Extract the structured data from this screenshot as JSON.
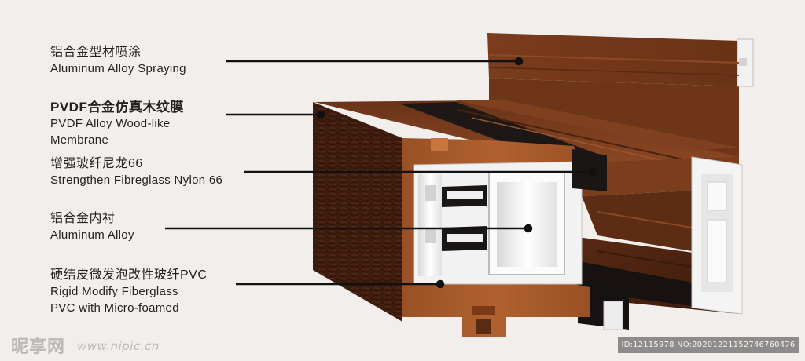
{
  "labels": [
    {
      "cn": "铝合金型材喷涂",
      "en": [
        "Aluminum Alloy Spraying"
      ]
    },
    {
      "cn": "PVDF合金仿真木纹膜",
      "en": [
        "PVDF Alloy Wood-like",
        "Membrane"
      ]
    },
    {
      "cn": "增强玻纤尼龙66",
      "en": [
        "Strengthen Fibreglass Nylon 66"
      ]
    },
    {
      "cn": "铝合金内衬",
      "en": [
        "Aluminum Alloy"
      ]
    },
    {
      "cn": "硬结皮微发泡改性玻纤PVC",
      "en": [
        "Rigid Modify Fiberglass",
        "PVC with Micro-foamed"
      ]
    }
  ],
  "watermark": {
    "logo": "昵享网",
    "url": "www.nipic.cn",
    "id_text": "ID:12115978 NO:20201221152746760476"
  },
  "colors": {
    "background": "#f1eeeb",
    "wood_dark": "#4a2414",
    "wood_mid": "#8a4a24",
    "wood_light": "#a65a2e",
    "pvc_white": "#f4f4f4",
    "nylon_black": "#1a1614",
    "leader_line": "#111111"
  }
}
